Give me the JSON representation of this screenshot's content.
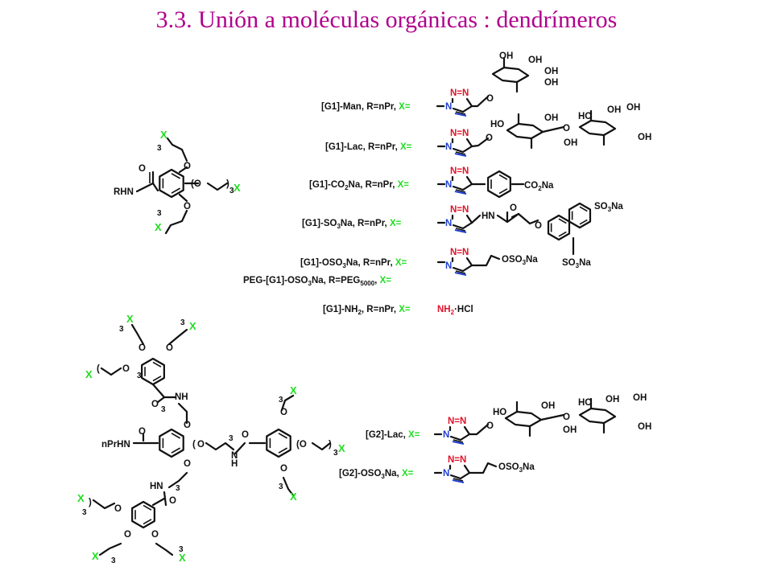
{
  "title": "3.3. Unión a moléculas orgánicas : dendrímeros",
  "colors": {
    "title": "#b0008c",
    "x_group": "#22dd22",
    "azide_n": "#e0122a",
    "triazole_n": "#1f3fd0",
    "bond": "#111111"
  },
  "core_g1": {
    "amide": "RHN",
    "x": "X",
    "repeat": "3"
  },
  "rows": [
    {
      "prefix": "[G1]-Man, R=nPr, ",
      "x": "X="
    },
    {
      "prefix": "[G1]-Lac, R=nPr, ",
      "x": "X="
    },
    {
      "prefix": "[G1]-CO",
      "sub": "2",
      "suffix": "Na, R=nPr, ",
      "x": "X=",
      "group": "CO",
      "group_sub": "2",
      "group_suffix": "Na"
    },
    {
      "prefix": "[G1]-SO",
      "sub": "3",
      "suffix": "Na, R=nPr, ",
      "x": "X=",
      "group": "SO",
      "group_sub": "3",
      "group_suffix": "Na",
      "group2": "SO",
      "group2_sub": "3",
      "group2_suffix": "Na"
    },
    {
      "prefix": "[G1]-OSO",
      "sub": "3",
      "suffix": "Na, R=nPr, ",
      "x": "X=",
      "group": "OSO",
      "group_sub": "3",
      "group_suffix": "Na",
      "group2": "SO",
      "group2_sub": "3",
      "group2_suffix": "Na"
    },
    {
      "prefix": "PEG-[G1]-OSO",
      "sub": "3",
      "suffix": "Na, R=PEG",
      "sub2": "5000",
      "suffix2": ", ",
      "x": "X="
    },
    {
      "prefix": "[G1]-NH",
      "sub": "2",
      "suffix": ", R=nPr, ",
      "x": "X=",
      "group": "NH",
      "group_sub": "2",
      "group_suffix": "·HCl"
    },
    {
      "prefix": "[G2]-Lac, ",
      "x": "X="
    },
    {
      "prefix": "[G2]-OSO",
      "sub": "3",
      "suffix": "Na, ",
      "x": "X=",
      "group": "OSO",
      "group_sub": "3",
      "group_suffix": "Na"
    }
  ],
  "atoms": {
    "n": "N",
    "nn": "N=N",
    "o": "O",
    "oh": "OH",
    "ho": "HO",
    "hn": "HN",
    "nh": "NH",
    "h": "H",
    "nprhn": "nPrHN",
    "x": "X",
    "three": "3"
  }
}
